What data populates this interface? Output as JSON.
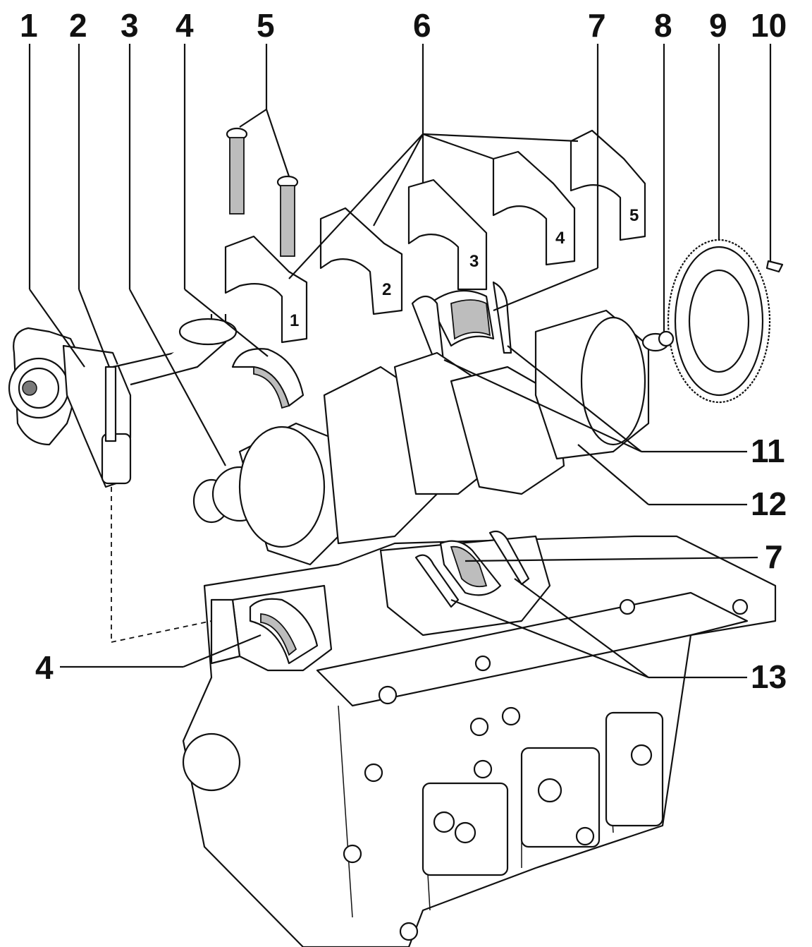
{
  "callouts": {
    "c1": "1",
    "c2": "2",
    "c3": "3",
    "c4_top": "4",
    "c5": "5",
    "c6": "6",
    "c7_top": "7",
    "c8": "8",
    "c9": "9",
    "c10": "10",
    "c11": "11",
    "c12": "12",
    "c7_right": "7",
    "c4_left": "4",
    "c13": "13"
  },
  "bearing_cap_numbers": [
    "1",
    "2",
    "3",
    "4",
    "5"
  ],
  "colors": {
    "ink": "#111111",
    "background": "#ffffff",
    "shading": "#bdbdbd"
  }
}
